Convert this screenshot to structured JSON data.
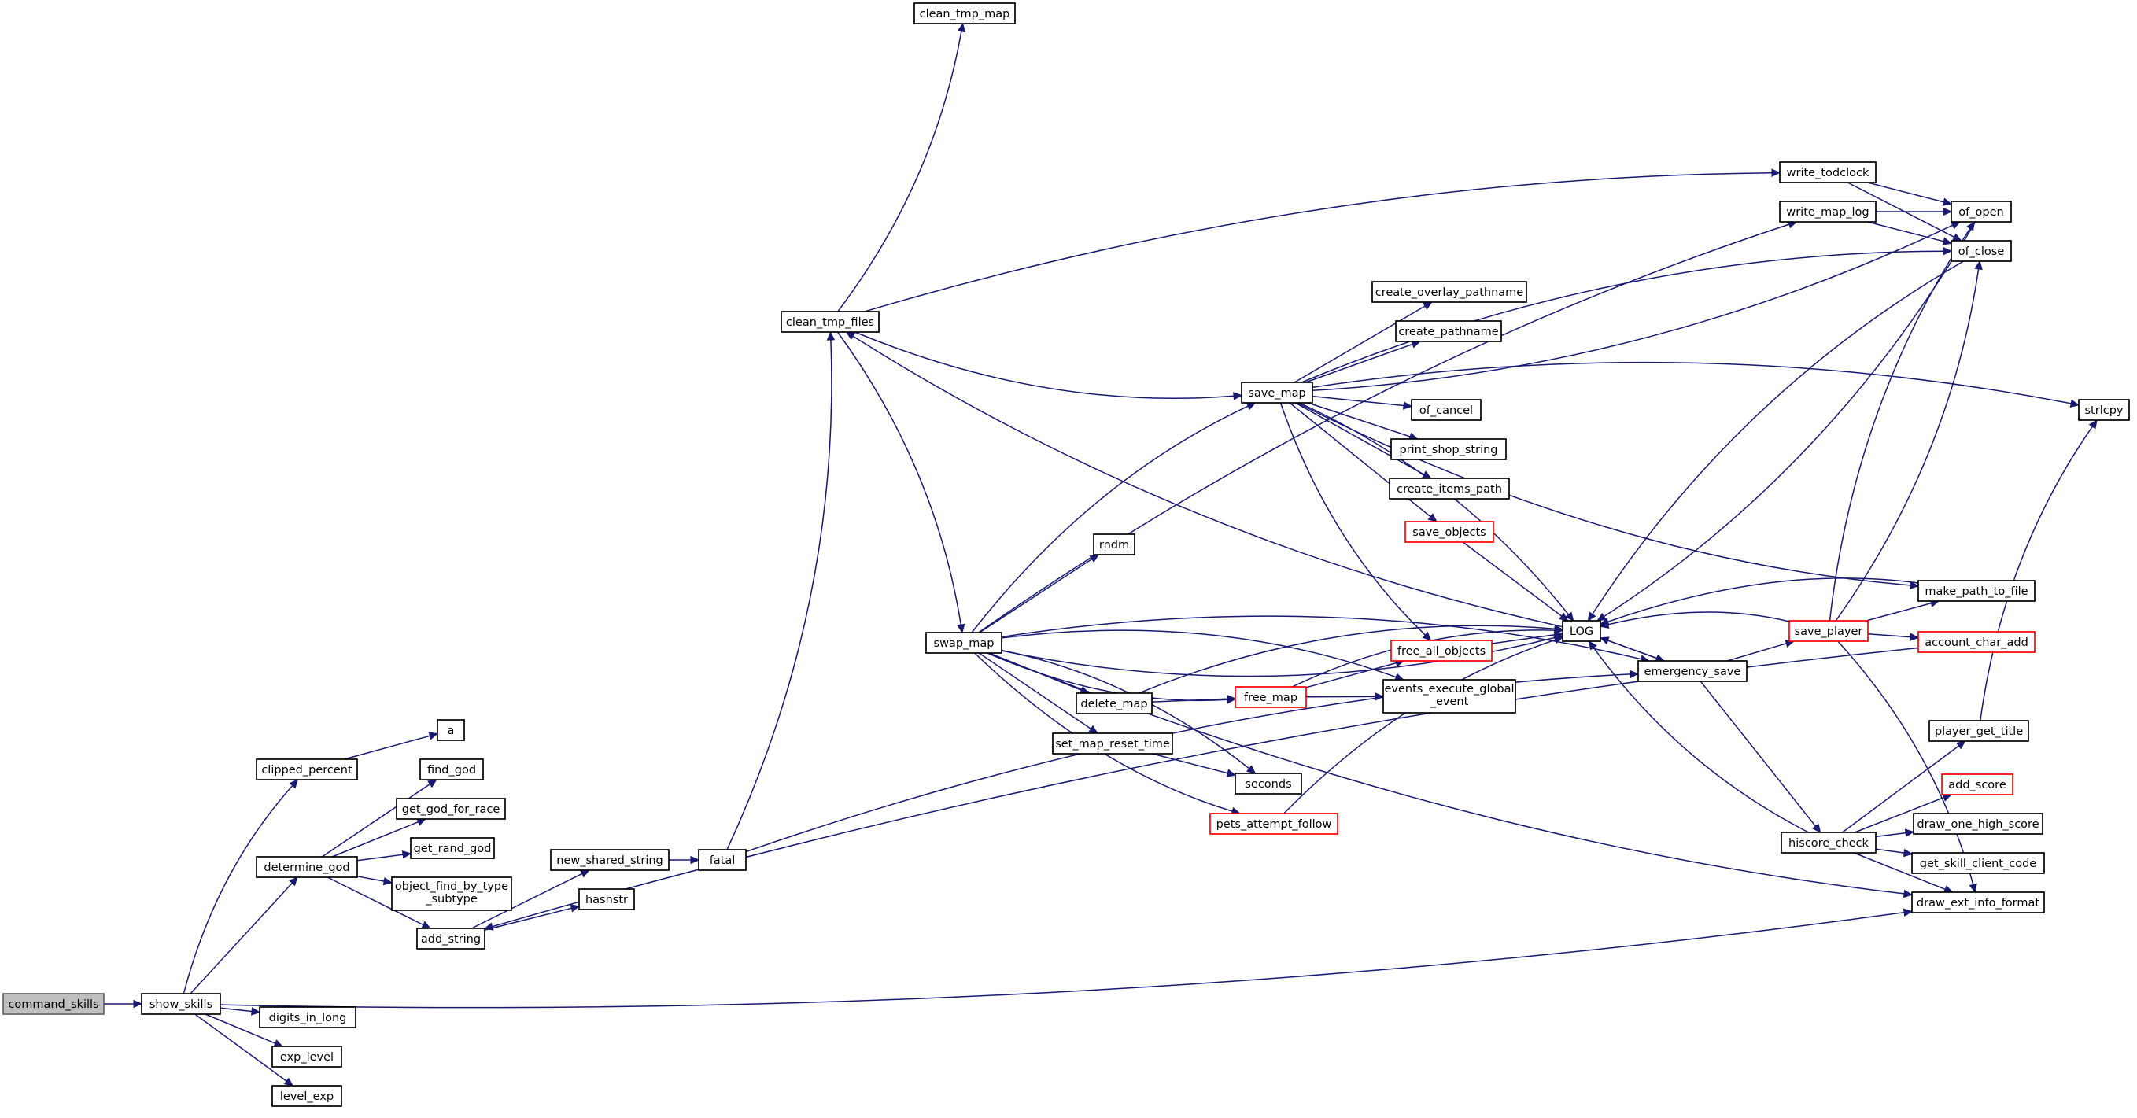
{
  "graph": {
    "colors": {
      "edge": "#191970",
      "box": "#000000",
      "root_fill": "#bfbfbf",
      "root_stroke": "#666666",
      "partial_stroke": "#ff0000"
    },
    "nodes": [
      {
        "id": "command_skills",
        "label": "command_skills",
        "style": "root"
      },
      {
        "id": "show_skills",
        "label": "show_skills"
      },
      {
        "id": "clipped_percent",
        "label": "clipped_percent"
      },
      {
        "id": "a",
        "label": "a"
      },
      {
        "id": "find_god",
        "label": "find_god"
      },
      {
        "id": "get_god_for_race",
        "label": "get_god_for_race"
      },
      {
        "id": "get_rand_god",
        "label": "get_rand_god"
      },
      {
        "id": "object_find_by_type_subtype",
        "label": "object_find_by_type\n_subtype"
      },
      {
        "id": "determine_god",
        "label": "determine_god"
      },
      {
        "id": "add_string",
        "label": "add_string"
      },
      {
        "id": "hashstr",
        "label": "hashstr"
      },
      {
        "id": "new_shared_string",
        "label": "new_shared_string"
      },
      {
        "id": "fatal",
        "label": "fatal"
      },
      {
        "id": "digits_in_long",
        "label": "digits_in_long"
      },
      {
        "id": "exp_level",
        "label": "exp_level"
      },
      {
        "id": "level_exp",
        "label": "level_exp"
      },
      {
        "id": "clean_tmp_map",
        "label": "clean_tmp_map"
      },
      {
        "id": "clean_tmp_files",
        "label": "clean_tmp_files"
      },
      {
        "id": "swap_map",
        "label": "swap_map"
      },
      {
        "id": "rndm",
        "label": "rndm"
      },
      {
        "id": "delete_map",
        "label": "delete_map"
      },
      {
        "id": "set_map_reset_time",
        "label": "set_map_reset_time"
      },
      {
        "id": "pets_attempt_follow",
        "label": "pets_attempt_follow",
        "style": "red"
      },
      {
        "id": "free_map",
        "label": "free_map",
        "style": "red"
      },
      {
        "id": "seconds",
        "label": "seconds"
      },
      {
        "id": "free_all_objects",
        "label": "free_all_objects",
        "style": "red"
      },
      {
        "id": "events_execute_global_event",
        "label": "events_execute_global\n_event"
      },
      {
        "id": "save_map",
        "label": "save_map"
      },
      {
        "id": "create_overlay_pathname",
        "label": "create_overlay_pathname"
      },
      {
        "id": "create_pathname",
        "label": "create_pathname"
      },
      {
        "id": "of_cancel",
        "label": "of_cancel"
      },
      {
        "id": "print_shop_string",
        "label": "print_shop_string"
      },
      {
        "id": "create_items_path",
        "label": "create_items_path"
      },
      {
        "id": "save_objects",
        "label": "save_objects",
        "style": "red"
      },
      {
        "id": "LOG",
        "label": "LOG"
      },
      {
        "id": "emergency_save",
        "label": "emergency_save"
      },
      {
        "id": "save_player",
        "label": "save_player",
        "style": "red"
      },
      {
        "id": "hiscore_check",
        "label": "hiscore_check"
      },
      {
        "id": "write_todclock",
        "label": "write_todclock"
      },
      {
        "id": "write_map_log",
        "label": "write_map_log"
      },
      {
        "id": "of_open",
        "label": "of_open"
      },
      {
        "id": "of_close",
        "label": "of_close"
      },
      {
        "id": "make_path_to_file",
        "label": "make_path_to_file"
      },
      {
        "id": "account_char_add",
        "label": "account_char_add",
        "style": "red"
      },
      {
        "id": "player_get_title",
        "label": "player_get_title"
      },
      {
        "id": "add_score",
        "label": "add_score",
        "style": "red"
      },
      {
        "id": "draw_one_high_score",
        "label": "draw_one_high_score"
      },
      {
        "id": "get_skill_client_code",
        "label": "get_skill_client_code"
      },
      {
        "id": "draw_ext_info_format",
        "label": "draw_ext_info_format"
      },
      {
        "id": "strlcpy",
        "label": "strlcpy"
      }
    ],
    "edges": [
      [
        "command_skills",
        "show_skills"
      ],
      [
        "show_skills",
        "clipped_percent"
      ],
      [
        "show_skills",
        "determine_god"
      ],
      [
        "show_skills",
        "digits_in_long"
      ],
      [
        "show_skills",
        "exp_level"
      ],
      [
        "show_skills",
        "level_exp"
      ],
      [
        "show_skills",
        "draw_ext_info_format"
      ],
      [
        "clipped_percent",
        "a"
      ],
      [
        "determine_god",
        "find_god"
      ],
      [
        "determine_god",
        "get_god_for_race"
      ],
      [
        "determine_god",
        "get_rand_god"
      ],
      [
        "determine_god",
        "object_find_by_type_subtype"
      ],
      [
        "determine_god",
        "add_string"
      ],
      [
        "add_string",
        "new_shared_string"
      ],
      [
        "add_string",
        "hashstr"
      ],
      [
        "new_shared_string",
        "fatal"
      ],
      [
        "fatal",
        "clean_tmp_files"
      ],
      [
        "fatal",
        "emergency_save"
      ],
      [
        "clean_tmp_files",
        "clean_tmp_map"
      ],
      [
        "clean_tmp_files",
        "write_todclock"
      ],
      [
        "clean_tmp_files",
        "save_map"
      ],
      [
        "clean_tmp_files",
        "swap_map"
      ],
      [
        "swap_map",
        "rndm"
      ],
      [
        "swap_map",
        "save_map"
      ],
      [
        "swap_map",
        "LOG"
      ],
      [
        "swap_map",
        "delete_map"
      ],
      [
        "swap_map",
        "free_map"
      ],
      [
        "swap_map",
        "events_execute_global_event"
      ],
      [
        "swap_map",
        "set_map_reset_time"
      ],
      [
        "swap_map",
        "seconds"
      ],
      [
        "swap_map",
        "pets_attempt_follow"
      ],
      [
        "swap_map",
        "emergency_save"
      ],
      [
        "swap_map",
        "draw_ext_info_format"
      ],
      [
        "swap_map",
        "write_map_log"
      ],
      [
        "delete_map",
        "free_map"
      ],
      [
        "delete_map",
        "LOG"
      ],
      [
        "set_map_reset_time",
        "seconds"
      ],
      [
        "free_map",
        "free_all_objects"
      ],
      [
        "free_map",
        "events_execute_global_event"
      ],
      [
        "free_map",
        "LOG"
      ],
      [
        "free_all_objects",
        "LOG"
      ],
      [
        "pets_attempt_follow",
        "LOG"
      ],
      [
        "save_map",
        "create_overlay_pathname"
      ],
      [
        "save_map",
        "create_pathname"
      ],
      [
        "save_map",
        "of_cancel"
      ],
      [
        "save_map",
        "print_shop_string"
      ],
      [
        "save_map",
        "create_items_path"
      ],
      [
        "save_map",
        "save_objects"
      ],
      [
        "save_map",
        "free_all_objects"
      ],
      [
        "save_map",
        "LOG"
      ],
      [
        "save_map",
        "of_open"
      ],
      [
        "save_map",
        "of_close"
      ],
      [
        "save_map",
        "make_path_to_file"
      ],
      [
        "save_map",
        "strlcpy"
      ],
      [
        "save_objects",
        "LOG"
      ],
      [
        "LOG",
        "clean_tmp_files"
      ],
      [
        "LOG",
        "emergency_save"
      ],
      [
        "emergency_save",
        "LOG"
      ],
      [
        "emergency_save",
        "save_player"
      ],
      [
        "emergency_save",
        "hiscore_check"
      ],
      [
        "save_player",
        "LOG"
      ],
      [
        "save_player",
        "make_path_to_file"
      ],
      [
        "save_player",
        "account_char_add"
      ],
      [
        "save_player",
        "of_open"
      ],
      [
        "save_player",
        "of_close"
      ],
      [
        "save_player",
        "draw_ext_info_format"
      ],
      [
        "account_char_add",
        "add_string"
      ],
      [
        "hiscore_check",
        "LOG"
      ],
      [
        "hiscore_check",
        "player_get_title"
      ],
      [
        "hiscore_check",
        "add_score"
      ],
      [
        "hiscore_check",
        "draw_one_high_score"
      ],
      [
        "hiscore_check",
        "get_skill_client_code"
      ],
      [
        "hiscore_check",
        "draw_ext_info_format"
      ],
      [
        "player_get_title",
        "strlcpy"
      ],
      [
        "write_todclock",
        "of_open"
      ],
      [
        "write_todclock",
        "of_close"
      ],
      [
        "write_map_log",
        "of_open"
      ],
      [
        "write_map_log",
        "of_close"
      ],
      [
        "make_path_to_file",
        "LOG"
      ],
      [
        "of_open",
        "LOG"
      ],
      [
        "of_close",
        "LOG"
      ]
    ]
  }
}
